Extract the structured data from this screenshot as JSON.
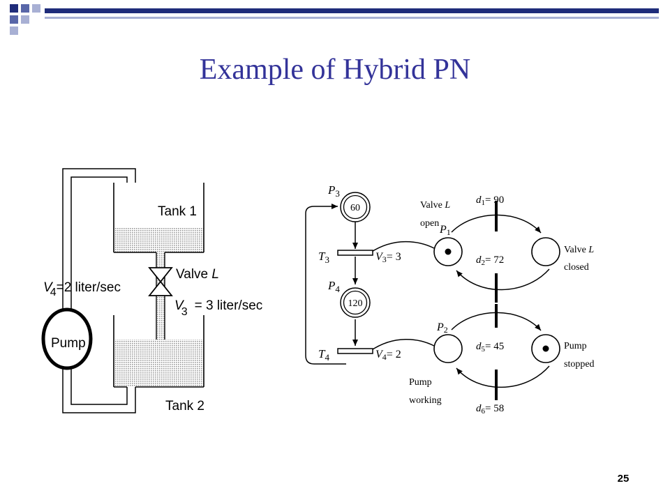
{
  "slide": {
    "title": "Example of Hybrid PN",
    "page_number": "25"
  },
  "colors": {
    "title": "#333399",
    "bar_dark": "#1f2c7a",
    "bar_mid": "#5866a8",
    "bar_light": "#a8b0d4",
    "water": "#c8c8c8"
  },
  "tank_system": {
    "tank1_label": "Tank 1",
    "tank2_label": "Tank 2",
    "valve_label": "Valve",
    "valve_name": "L",
    "v4_symbol": "V",
    "v4_sub": "4",
    "v4_text": "=2 liter/sec",
    "v3_symbol": "V",
    "v3_sub": "3",
    "v3_text": "= 3 liter/sec",
    "pump_label": "Pump"
  },
  "petri_net": {
    "p3": {
      "symbol": "P",
      "sub": "3",
      "value": "60"
    },
    "p4": {
      "symbol": "P",
      "sub": "4",
      "value": "120"
    },
    "t3": {
      "symbol": "T",
      "sub": "3"
    },
    "t4": {
      "symbol": "T",
      "sub": "4"
    },
    "v3_eq": {
      "symbol": "V",
      "sub": "3",
      "rest": "= 3"
    },
    "v4_eq": {
      "symbol": "V",
      "sub": "4",
      "rest": "= 2"
    },
    "p1": {
      "symbol": "P",
      "sub": "1"
    },
    "p2": {
      "symbol": "P",
      "sub": "2"
    },
    "valve_open": {
      "line1": "Valve",
      "name": "L",
      "line2": "open"
    },
    "valve_closed": {
      "line1": "Valve",
      "name": "L",
      "line2": "closed"
    },
    "pump_working": {
      "line1": "Pump",
      "line2": "working"
    },
    "pump_stopped": {
      "line1": "Pump",
      "line2": "stopped"
    },
    "d1": {
      "symbol": "d",
      "sub": "1",
      "rest": "= 90"
    },
    "d2": {
      "symbol": "d",
      "sub": "2",
      "rest": "= 72"
    },
    "d5": {
      "symbol": "d",
      "sub": "5",
      "rest": "= 45"
    },
    "d6": {
      "symbol": "d",
      "sub": "6",
      "rest": "= 58"
    }
  }
}
